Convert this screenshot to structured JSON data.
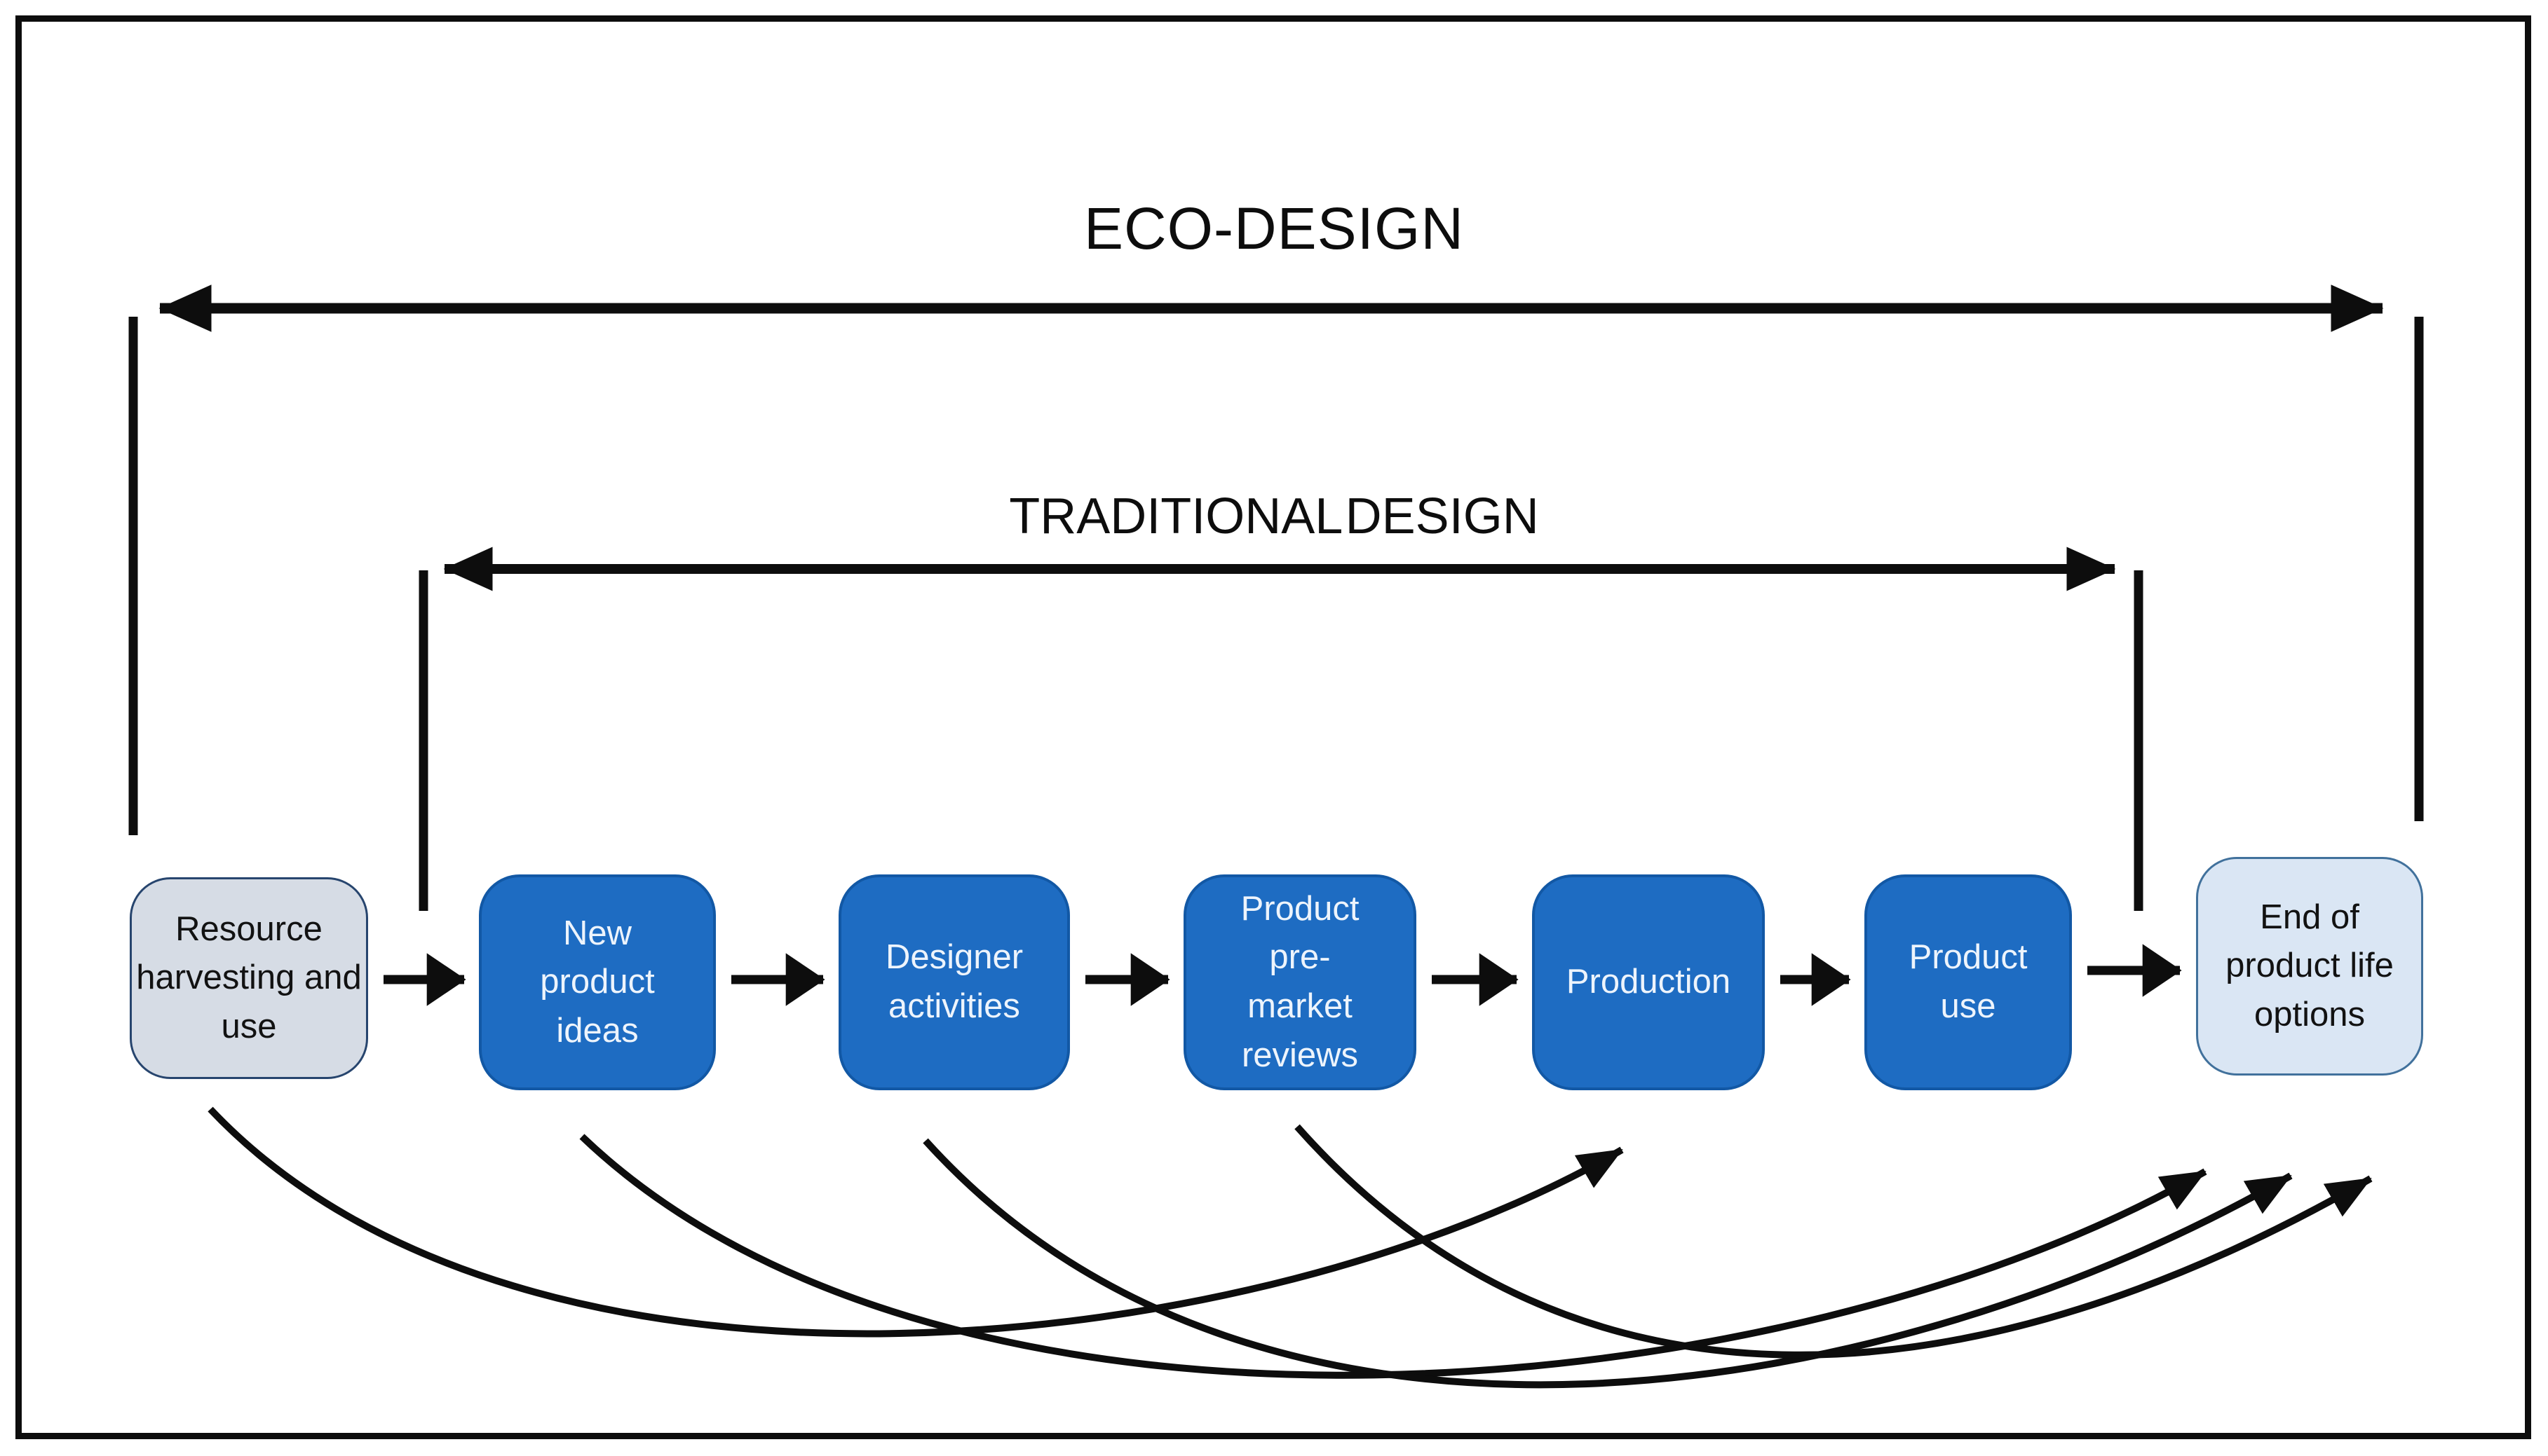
{
  "titles": {
    "eco": "ECO-DESIGN",
    "traditional": "TRADITIONAL DESIGN"
  },
  "nodes": [
    {
      "id": "resource",
      "label": "Resource harvesting and use",
      "variant": "light"
    },
    {
      "id": "new-ideas",
      "label": "New product ideas",
      "variant": "dark"
    },
    {
      "id": "designer",
      "label": "Designer activities",
      "variant": "dark"
    },
    {
      "id": "premarket",
      "label": "Product pre-market reviews",
      "variant": "dark"
    },
    {
      "id": "production",
      "label": "Production",
      "variant": "dark"
    },
    {
      "id": "use",
      "label": "Product use",
      "variant": "dark"
    },
    {
      "id": "eol",
      "label": "End of product life options",
      "variant": "light"
    }
  ],
  "edges": {
    "main_flow": [
      "Resource harvesting and use",
      "New product ideas",
      "Designer activities",
      "Product pre-market reviews",
      "Production",
      "Product use",
      "End of product life options"
    ],
    "feedback_loops": [
      {
        "from": "Resource harvesting and use",
        "to": "Production"
      },
      {
        "from": "New product ideas",
        "to": "End of product life options"
      },
      {
        "from": "Designer activities",
        "to": "End of product life options"
      },
      {
        "from": "Product pre-market reviews",
        "to": "End of product life options"
      }
    ],
    "spans": [
      {
        "label": "ECO-DESIGN",
        "covers_from": "Resource harvesting and use",
        "covers_to": "End of product life options"
      },
      {
        "label": "TRADITIONAL DESIGN",
        "covers_from": "New product ideas",
        "covers_to": "Product use"
      }
    ]
  },
  "colors": {
    "bg": "#FFFFFF",
    "ink": "#0D0D0D",
    "box-blue": "#1E6CC2",
    "box-blue-border": "#1258A5",
    "light-fill": "#D6DCE5",
    "light-border": "#27456E",
    "end-fill": "#DAE6F4",
    "end-border": "#41719C",
    "text-dark": "#121212",
    "text-light": "#EDF4FC"
  }
}
